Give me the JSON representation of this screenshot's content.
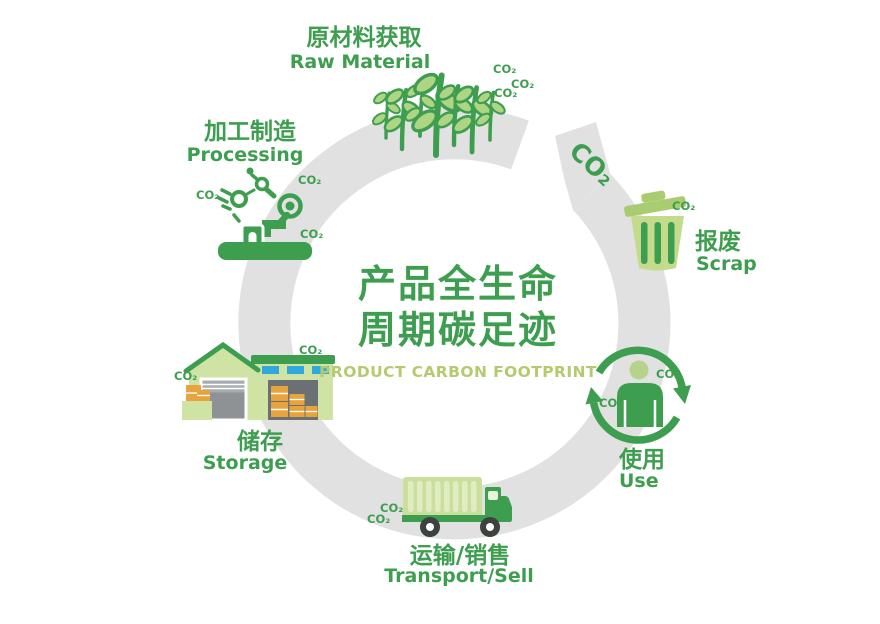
{
  "title": {
    "line1": "产品全生命",
    "line2": "周期碳足迹",
    "subtitle": "PRODUCT CARBON FOOTPRINT"
  },
  "cycle_arrow_label": "CO₂",
  "co2_badge": "CO₂",
  "stages": [
    {
      "key": "raw-material",
      "zh": "原材料获取",
      "en": "Raw Material",
      "icon": "seedlings-icon"
    },
    {
      "key": "processing",
      "zh": "加工制造",
      "en": "Processing",
      "icon": "robot-arm-icon"
    },
    {
      "key": "storage",
      "zh": "储存",
      "en": "Storage",
      "icon": "warehouse-icon"
    },
    {
      "key": "transport-sell",
      "zh": "运输/销售",
      "en": "Transport/Sell",
      "icon": "truck-icon"
    },
    {
      "key": "use",
      "zh": "使用",
      "en": "Use",
      "icon": "person-cycle-icon"
    },
    {
      "key": "scrap",
      "zh": "报废",
      "en": "Scrap",
      "icon": "trash-can-icon"
    }
  ],
  "colors": {
    "green_primary": "#3E9E4F",
    "green_leaf": "#AED584",
    "green_wall": "#CFE3A5",
    "green_container": "#CBDF9D",
    "green_trash_body": "#C4DB8C",
    "green_trash_lid": "#A9CC70",
    "olive_subtitle": "#B5CA6E",
    "ring_gray": "#E1E1E1",
    "box_orange": "#E8A33C",
    "window_blue": "#2FA8DC",
    "door_gray": "#95999C",
    "doorway_dark": "#6B7074"
  }
}
